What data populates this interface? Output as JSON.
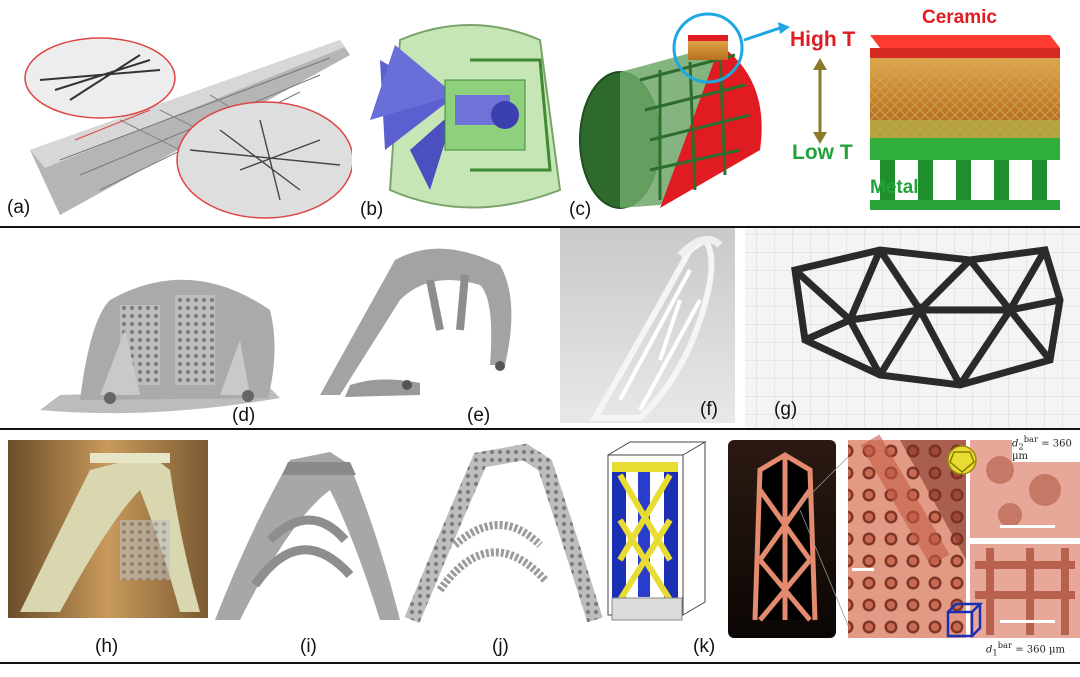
{
  "panels": {
    "a": {
      "label": "(a)"
    },
    "b": {
      "label": "(b)"
    },
    "c": {
      "label": "(c)",
      "high": "High T",
      "low": "Low T",
      "ceramic": "Ceramic",
      "metal": "Metal"
    },
    "d": {
      "label": "(d)"
    },
    "e": {
      "label": "(e)"
    },
    "f": {
      "label": "(f)"
    },
    "g": {
      "label": "(g)"
    },
    "h": {
      "label": "(h)"
    },
    "i": {
      "label": "(i)"
    },
    "j": {
      "label": "(j)"
    },
    "k": {
      "label": "(k)",
      "d2": "= 360 µm",
      "d1": "= 360 µm"
    }
  },
  "colors": {
    "red": "#e01b22",
    "green": "#22a33a",
    "gray": "#9a9a9a",
    "blue": "#1b2fb5",
    "yellow": "#e8dc32",
    "salmon": "#e48a6e"
  }
}
